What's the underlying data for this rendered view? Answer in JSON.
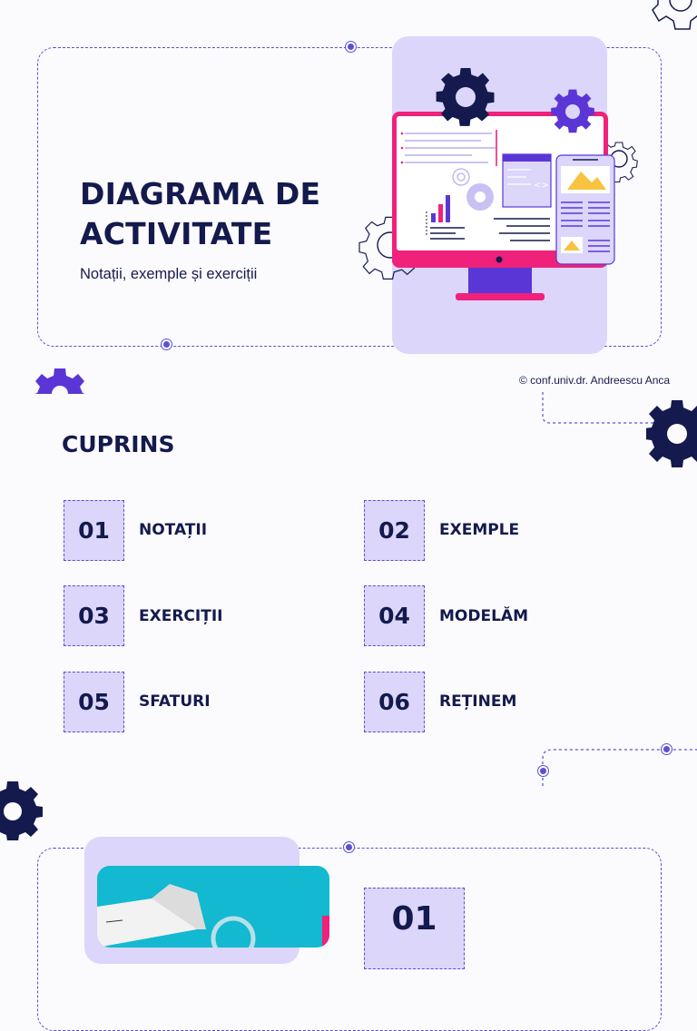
{
  "cover": {
    "title_line1": "DIAGRAMA DE",
    "title_line2": "ACTIVITATE",
    "subtitle": "Notații, exemple și exerciții",
    "copyright": "© conf.univ.dr. Andreescu Anca"
  },
  "toc": {
    "heading": "CUPRINS",
    "items": [
      {
        "number": "01",
        "label": "NOTAȚII"
      },
      {
        "number": "02",
        "label": "EXEMPLE"
      },
      {
        "number": "03",
        "label": "EXERCIȚII"
      },
      {
        "number": "04",
        "label": "MODELĂM"
      },
      {
        "number": "05",
        "label": "SFATURI"
      },
      {
        "number": "06",
        "label": "REȚINEM"
      }
    ]
  },
  "next_section": {
    "number": "01"
  },
  "colors": {
    "navy": "#141a4d",
    "accent_purple": "#5b4fd6",
    "lavender": "#dcd6fb",
    "pink": "#f0217a",
    "cyan": "#12b9d1"
  },
  "icons": [
    "gear-icon",
    "monitor-illustration",
    "phone-illustration",
    "bar-chart-icon",
    "mountain-image-icon"
  ]
}
